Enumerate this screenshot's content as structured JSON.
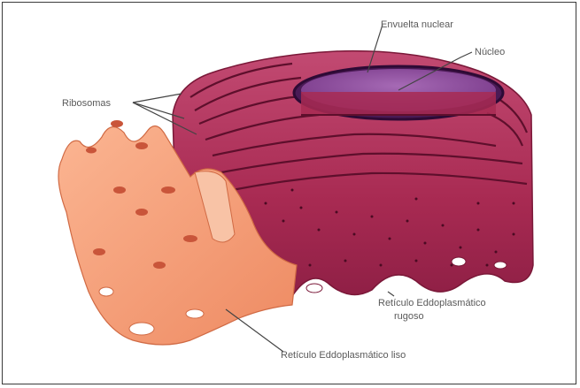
{
  "labels": {
    "nuclear_envelope": "Envuelta nuclear",
    "nucleus": "Núcleo",
    "ribosomes": "Ribosomas",
    "rough_er_line1": "Retículo Eddoplasmático",
    "rough_er_line2": "rugoso",
    "smooth_er": "Retículo Eddoplasmático liso"
  },
  "colors": {
    "rough_er": "#b0305a",
    "rough_er_dark": "#7a1838",
    "nucleus": "#8a4a9a",
    "smooth_er": "#f5a07a",
    "smooth_er_dark": "#e0704a",
    "label_text": "#5a5a5a",
    "frame_border": "#3a3a3a"
  }
}
